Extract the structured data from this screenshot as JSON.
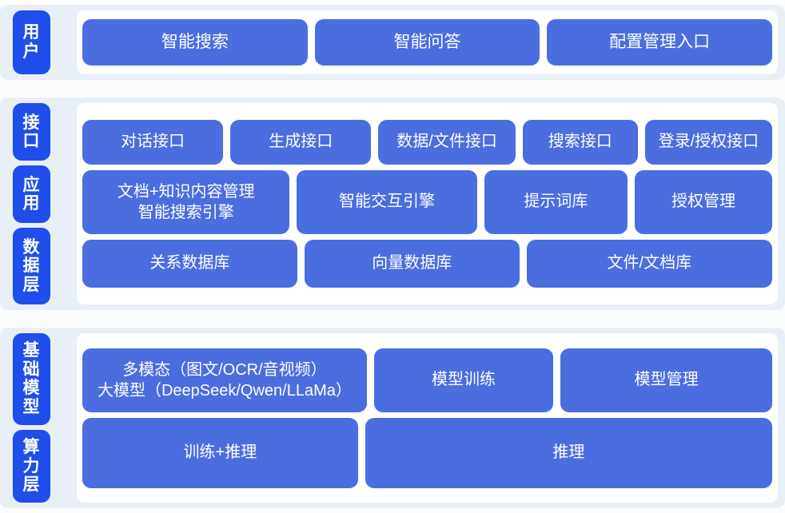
{
  "theme": {
    "page_background": "#fbfcfe",
    "band_background": "#e9eff7",
    "card_background": "#ffffff",
    "chip_color": "#1f4eea",
    "box_color": "#4a6ee0",
    "text_color": "#ffffff"
  },
  "sections": [
    {
      "id": "user",
      "labels": [
        {
          "text": "用户"
        }
      ],
      "rows": [
        {
          "id": "user-entries",
          "boxes": [
            {
              "label": "智能搜索",
              "flex": 1
            },
            {
              "label": "智能问答",
              "flex": 1
            },
            {
              "label": "配置管理入口",
              "flex": 1
            }
          ]
        }
      ]
    },
    {
      "id": "middle",
      "labels": [
        {
          "text": "接口"
        },
        {
          "text": "应用"
        },
        {
          "text": "数据层"
        }
      ],
      "rows": [
        {
          "id": "interface",
          "boxes": [
            {
              "label": "对话接口",
              "flex": 1.07
            },
            {
              "label": "生成接口",
              "flex": 1.07
            },
            {
              "label": "数据/文件接口",
              "flex": 1.04
            },
            {
              "label": "搜索接口",
              "flex": 0.86
            },
            {
              "label": "登录/授权接口",
              "flex": 0.96
            }
          ]
        },
        {
          "id": "application",
          "boxes": [
            {
              "label": "文档+知识内容管理\n智能搜索引擎",
              "flex": 1.3
            },
            {
              "label": "智能交互引擎",
              "flex": 1.12
            },
            {
              "label": "提示词库",
              "flex": 0.88
            },
            {
              "label": "授权管理",
              "flex": 0.84
            }
          ]
        },
        {
          "id": "data",
          "boxes": [
            {
              "label": "关系数据库",
              "flex": 1
            },
            {
              "label": "向量数据库",
              "flex": 1
            },
            {
              "label": "文件/文档库",
              "flex": 1.15
            }
          ]
        }
      ]
    },
    {
      "id": "base",
      "labels": [
        {
          "text": "基础模型"
        },
        {
          "text": "算力层"
        }
      ],
      "rows": [
        {
          "id": "model",
          "boxes": [
            {
              "label": "多模态（图文/OCR/音视频）\n大模型（DeepSeek/Qwen/LLaMa）",
              "flex": 1.36
            },
            {
              "label": "模型训练",
              "flex": 0.84
            },
            {
              "label": "模型管理",
              "flex": 1.0
            }
          ]
        },
        {
          "id": "compute",
          "boxes": [
            {
              "label": "训练+推理",
              "flex": 0.89
            },
            {
              "label": "推理",
              "flex": 1.33
            }
          ]
        }
      ]
    }
  ]
}
